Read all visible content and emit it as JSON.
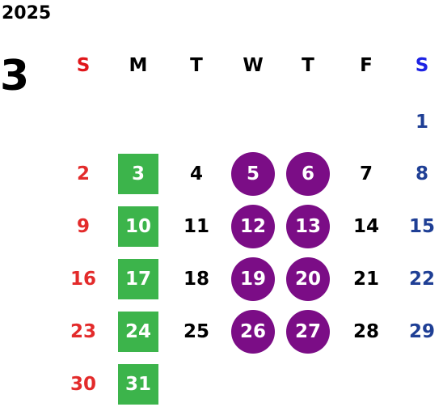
{
  "year": "2025",
  "month": "3",
  "colors": {
    "sunday": "#e32b2b",
    "saturday": "#1f3f95",
    "weekday": "#000000",
    "sunday_header": "#e0161a",
    "saturday_header": "#1d22e4",
    "green_highlight": "#3cb44b",
    "purple_highlight": "#7b0d86"
  },
  "weekday_headers": [
    "S",
    "M",
    "T",
    "W",
    "T",
    "F",
    "S"
  ],
  "weeks": [
    [
      {
        "day": "",
        "style": "empty"
      },
      {
        "day": "",
        "style": "empty"
      },
      {
        "day": "",
        "style": "empty"
      },
      {
        "day": "",
        "style": "empty"
      },
      {
        "day": "",
        "style": "empty"
      },
      {
        "day": "",
        "style": "empty"
      },
      {
        "day": "1",
        "style": "normal"
      }
    ],
    [
      {
        "day": "2",
        "style": "normal"
      },
      {
        "day": "3",
        "style": "green"
      },
      {
        "day": "4",
        "style": "normal"
      },
      {
        "day": "5",
        "style": "purple"
      },
      {
        "day": "6",
        "style": "purple"
      },
      {
        "day": "7",
        "style": "normal"
      },
      {
        "day": "8",
        "style": "normal"
      }
    ],
    [
      {
        "day": "9",
        "style": "normal"
      },
      {
        "day": "10",
        "style": "green"
      },
      {
        "day": "11",
        "style": "normal"
      },
      {
        "day": "12",
        "style": "purple"
      },
      {
        "day": "13",
        "style": "purple"
      },
      {
        "day": "14",
        "style": "normal"
      },
      {
        "day": "15",
        "style": "normal"
      }
    ],
    [
      {
        "day": "16",
        "style": "normal"
      },
      {
        "day": "17",
        "style": "green"
      },
      {
        "day": "18",
        "style": "normal"
      },
      {
        "day": "19",
        "style": "purple"
      },
      {
        "day": "20",
        "style": "purple"
      },
      {
        "day": "21",
        "style": "normal"
      },
      {
        "day": "22",
        "style": "normal"
      }
    ],
    [
      {
        "day": "23",
        "style": "normal"
      },
      {
        "day": "24",
        "style": "green"
      },
      {
        "day": "25",
        "style": "normal"
      },
      {
        "day": "26",
        "style": "purple"
      },
      {
        "day": "27",
        "style": "purple"
      },
      {
        "day": "28",
        "style": "normal"
      },
      {
        "day": "29",
        "style": "normal"
      }
    ],
    [
      {
        "day": "30",
        "style": "normal"
      },
      {
        "day": "31",
        "style": "green"
      },
      {
        "day": "",
        "style": "empty"
      },
      {
        "day": "",
        "style": "empty"
      },
      {
        "day": "",
        "style": "empty"
      },
      {
        "day": "",
        "style": "empty"
      },
      {
        "day": "",
        "style": "empty"
      }
    ]
  ]
}
